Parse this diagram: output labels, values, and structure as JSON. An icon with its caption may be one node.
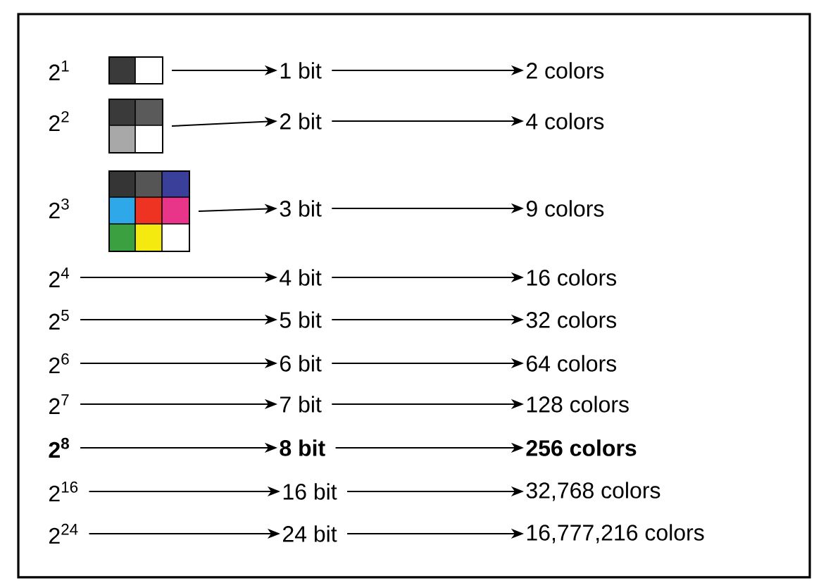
{
  "diagram": {
    "nodes": [
      {
        "text": [],
        "shape": "picture"
      },
      {
        "text": [
          "1 bit"
        ]
      },
      {
        "text": [
          "2 colors"
        ]
      },
      {
        "text": [],
        "shape": "picture"
      },
      {
        "text": [
          "2 bit"
        ]
      },
      {
        "text": [
          "4 colors"
        ]
      },
      {
        "text": [],
        "shape": "picture"
      },
      {
        "text": [
          "3 bit"
        ]
      },
      {
        "text": [
          "9 colors"
        ]
      },
      {
        "text": [
          "2$^{4}$"
        ]
      },
      {
        "text": [
          "4 bit"
        ]
      },
      {
        "text": [
          "16 colors"
        ]
      },
      {
        "text": [
          "2$^{5}$"
        ]
      },
      {
        "text": [
          "5 bit"
        ]
      },
      {
        "text": [
          "32 colors"
        ]
      },
      {
        "text": [
          "2$^{6}$"
        ]
      },
      {
        "text": [
          "6 bit"
        ]
      },
      {
        "text": [
          "64 colors"
        ]
      },
      {
        "text": [
          "2$^{7}$"
        ]
      },
      {
        "text": [
          "7 bit"
        ]
      },
      {
        "text": [
          "128 colors"
        ]
      },
      {
        "text": [
          "2$^{8}$"
        ]
      },
      {
        "text": [
          "8 bit"
        ]
      },
      {
        "text": [
          "256 colors"
        ]
      },
      {
        "text": [
          "2$^{16}$"
        ]
      },
      {
        "text": [
          "16 bit"
        ]
      },
      {
        "text": [
          "32,768 colors"
        ]
      },
      {
        "text": [
          "2$^{24}$"
        ]
      },
      {
        "text": [
          "24 bit"
        ]
      },
      {
        "text": [
          "16,777,216 colors"
        ]
      }
    ],
    "edges": [
      {
        "from": 0,
        "to": 1,
        "arrow": "to"
      },
      {
        "from": 1,
        "to": 2,
        "arrow": "to"
      },
      {
        "from": 3,
        "to": 4,
        "arrow": "to"
      },
      {
        "from": 4,
        "to": 5,
        "arrow": "to"
      },
      {
        "from": 6,
        "to": 7,
        "arrow": "to"
      },
      {
        "from": 7,
        "to": 8,
        "arrow": "to"
      },
      {
        "from": 9,
        "to": 10,
        "arrow": "to"
      },
      {
        "from": 10,
        "to": 11,
        "arrow": "to"
      },
      {
        "from": 12,
        "to": 13,
        "arrow": "to"
      },
      {
        "from": 13,
        "to": 14,
        "arrow": "to"
      },
      {
        "from": 15,
        "to": 16,
        "arrow": "to"
      },
      {
        "from": 16,
        "to": 17,
        "arrow": "to"
      },
      {
        "from": 18,
        "to": 19,
        "arrow": "to"
      },
      {
        "from": 19,
        "to": 20,
        "arrow": "to"
      },
      {
        "from": 21,
        "to": 22,
        "arrow": "to"
      },
      {
        "from": 22,
        "to": 23,
        "arrow": "to"
      },
      {
        "from": 24,
        "to": 25,
        "arrow": "to"
      },
      {
        "from": 25,
        "to": 26,
        "arrow": "to"
      },
      {
        "from": 27,
        "to": 28,
        "arrow": "to"
      },
      {
        "from": 28,
        "to": 29,
        "arrow": "to"
      }
    ],
    "labels": [
      "2$^{1}$",
      "2$^{2}$",
      "2$^{3}$"
    ]
  }
}
